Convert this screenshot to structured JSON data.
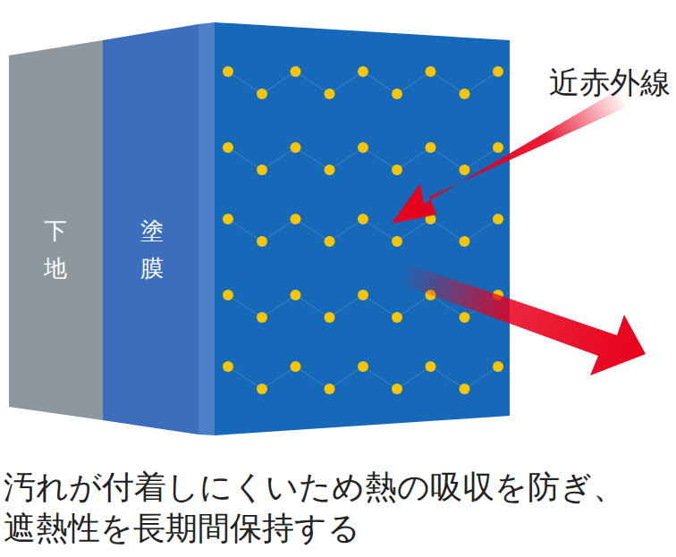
{
  "diagram": {
    "caption": "汚れが付着しにくいため熱の吸収を防ぎ、 遮熱性を長期間保持する",
    "nodes": [
      {
        "text": [
          "下地"
        ]
      },
      {
        "text": [
          "塗膜"
        ]
      }
    ],
    "labels": [
      "近赤外線"
    ]
  }
}
